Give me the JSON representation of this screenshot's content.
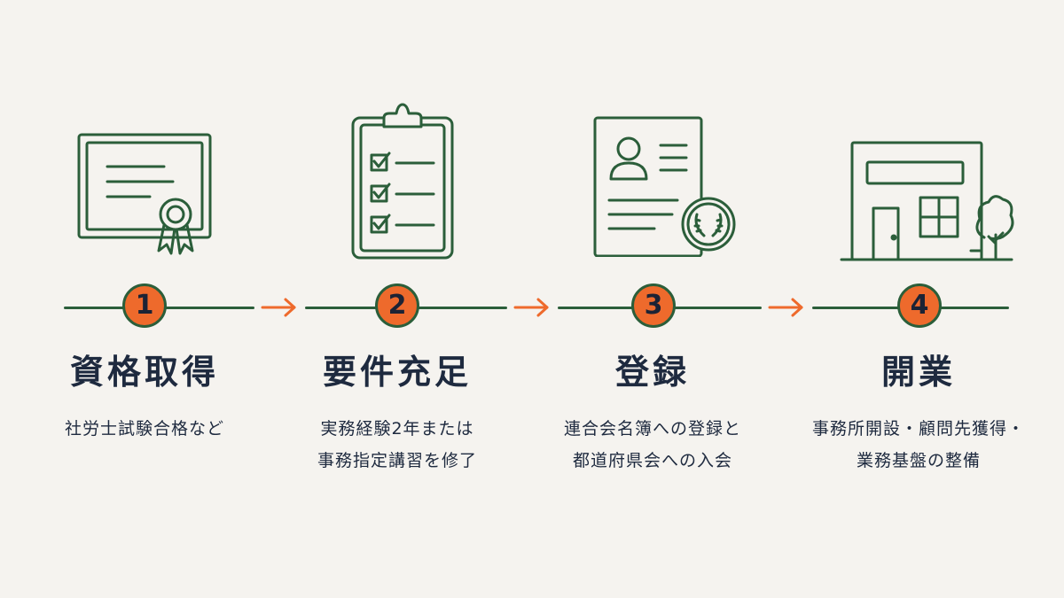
{
  "steps": [
    {
      "number": "1",
      "title": "資格取得",
      "desc": [
        "社労士試験合格など"
      ],
      "icon": "certificate-icon"
    },
    {
      "number": "2",
      "title": "要件充足",
      "desc": [
        "実務経験2年または",
        "事務指定講習を修了"
      ],
      "icon": "checklist-clipboard-icon"
    },
    {
      "number": "3",
      "title": "登録",
      "desc": [
        "連合会名簿への登録と",
        "都道府県会への入会"
      ],
      "icon": "registration-document-icon"
    },
    {
      "number": "4",
      "title": "開業",
      "desc": [
        "事務所開設・顧問先獲得・",
        "業務基盤の整備"
      ],
      "icon": "office-building-icon"
    }
  ],
  "arrow_glyph": "→",
  "colors": {
    "line": "#2b5e3a",
    "badge": "#ee6a2c",
    "arrow": "#ee6a2c",
    "text": "#1e2a3f",
    "background": "#f5f3ef"
  }
}
